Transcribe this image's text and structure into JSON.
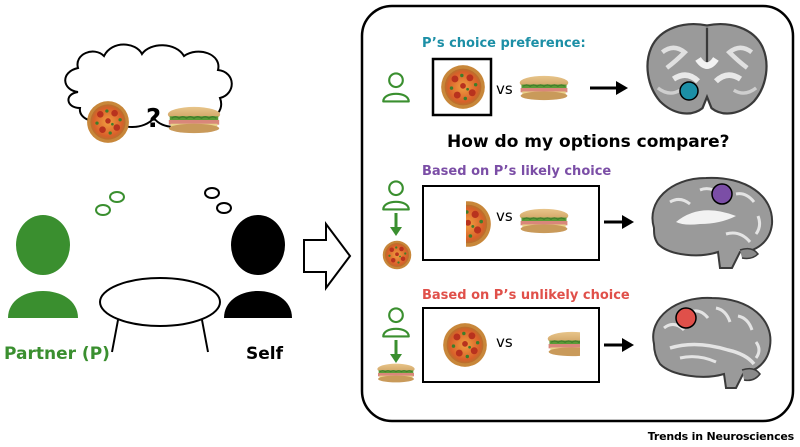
{
  "partner_label": "Partner (P)",
  "self_label": "Self",
  "thought_symbol": "?",
  "panel": {
    "choice_pref_heading": "P’s choice preference:",
    "question": "How do my options compare?",
    "likely_heading": "Based on P’s likely choice",
    "unlikely_heading": "Based on P’s unlikely choice",
    "vs": "vs"
  },
  "credit": "Trends in Neurosciences",
  "colors": {
    "partner_green": "#3a8f2f",
    "teal": "#1c8fa6",
    "purple": "#7b4ea6",
    "red": "#e0504a"
  }
}
